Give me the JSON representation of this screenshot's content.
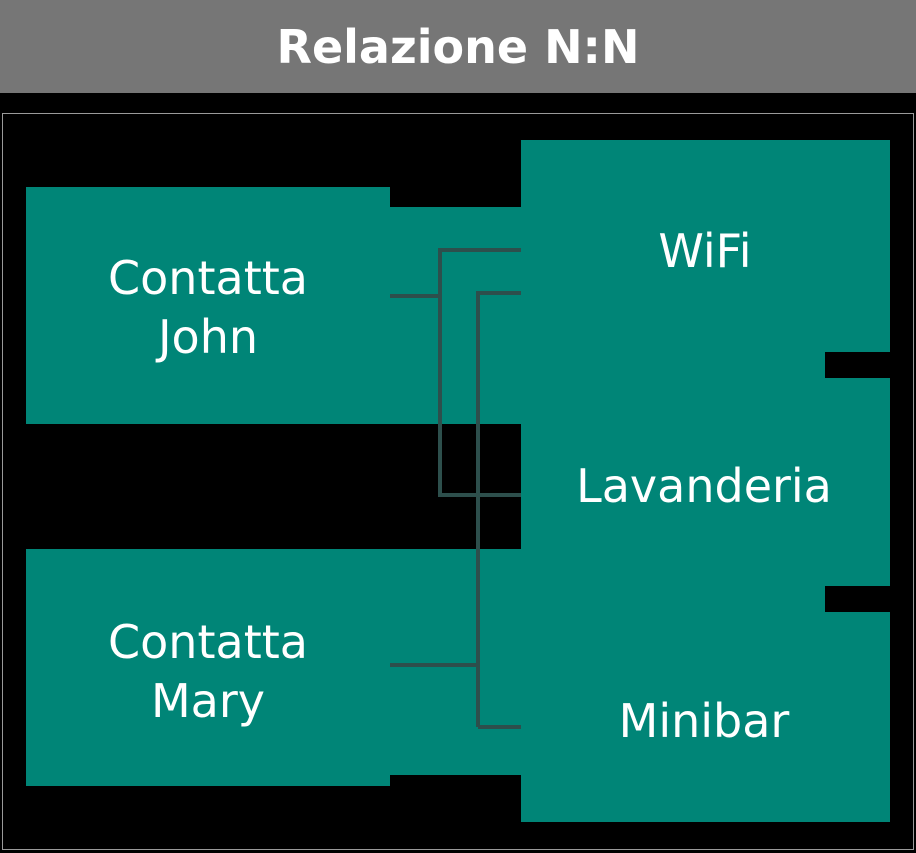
{
  "header": {
    "title": "Relazione N:N",
    "background_color": "#767676",
    "text_color": "#ffffff"
  },
  "canvas": {
    "background_color": "#000000",
    "frame_border_color": "#9a9a9a",
    "node_color": "#008577",
    "connector_color": "#2d4f4c",
    "label_color": "#ffffff"
  },
  "diagram": {
    "type": "n-to-n-relationship",
    "left_nodes": [
      {
        "id": "contatta-john",
        "line1": "Contatta",
        "line2": "John"
      },
      {
        "id": "contatta-mary",
        "line1": "Contatta",
        "line2": "Mary"
      }
    ],
    "right_nodes": [
      {
        "id": "wifi",
        "label": "WiFi"
      },
      {
        "id": "lavanderia",
        "label": "Lavanderia"
      },
      {
        "id": "minibar",
        "label": "Minibar"
      }
    ]
  }
}
